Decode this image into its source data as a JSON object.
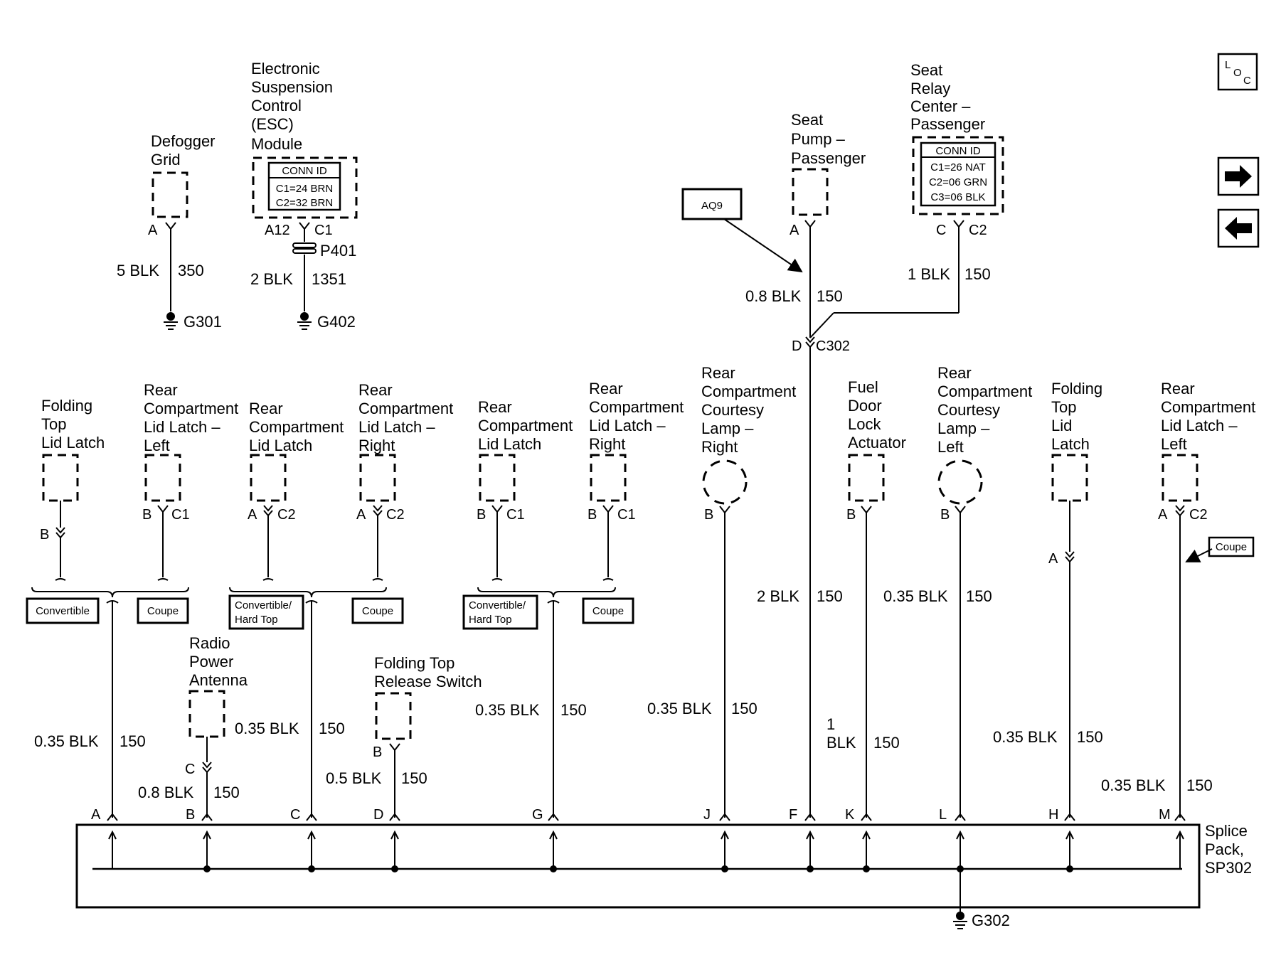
{
  "nav": {
    "loc_label": "LOC",
    "next_icon": "arrow-right-icon",
    "prev_icon": "arrow-left-icon"
  },
  "components": {
    "defogger": "Defogger Grid",
    "esc": "Electronic Suspension Control (ESC) Module",
    "seat_pump": "Seat Pump – Passenger",
    "seat_relay": "Seat Relay Center – Passenger",
    "folding_top_lid_latch_1": "Folding Top Lid Latch",
    "rear_lid_latch_left_1": "Rear Compartment Lid Latch – Left",
    "rear_lid_latch_1": "Rear Compartment Lid Latch",
    "rear_lid_latch_right_1": "Rear Compartment Lid Latch – Right",
    "rear_lid_latch_2": "Rear Compartment Lid Latch",
    "rear_lid_latch_right_2": "Rear Compartment Lid Latch – Right",
    "courtesy_right": "Rear Compartment Courtesy Lamp – Right",
    "fuel_door": "Fuel Door Lock Actuator",
    "courtesy_left": "Rear Compartment Courtesy Lamp – Left",
    "folding_top_lid_latch_2": "Folding Top Lid Latch",
    "rear_lid_latch_left_2": "Rear Compartment Lid Latch – Left",
    "radio_antenna": "Radio Power Antenna",
    "folding_top_release": "Folding Top Release Switch",
    "splice_pack": "Splice Pack, SP302"
  },
  "conn_ids": {
    "esc_title": "CONN ID",
    "esc_c1": "C1=24 BRN",
    "esc_c2": "C2=32 BRN",
    "relay_title": "CONN ID",
    "relay_c1": "C1=26 NAT",
    "relay_c2": "C2=06 GRN",
    "relay_c3": "C3=06 BLK"
  },
  "option_boxes": {
    "aq9": "AQ9",
    "convertible": "Convertible",
    "coupe": "Coupe",
    "conv_hardtop": "Convertible/ Hard Top"
  },
  "pins": {
    "defogger": "A",
    "esc_a12": "A12",
    "esc_c1": "C1",
    "seat_pump": "A",
    "relay_c": "C",
    "relay_c2": "C2",
    "ftl1": "B",
    "rll1_b": "B",
    "rll1_c1": "C1",
    "rl1_a": "A",
    "rl1_c2": "C2",
    "rlr1_a": "A",
    "rlr1_c2": "C2",
    "rl2_b": "B",
    "rl2_c1": "C1",
    "rlr2_b": "B",
    "rlr2_c1": "C1",
    "courtesy_r": "B",
    "fuel_door": "B",
    "courtesy_l": "B",
    "ftl2": "A",
    "rll2_a": "A",
    "rll2_c2": "C2",
    "radio": "C",
    "release": "B"
  },
  "connectors": {
    "p401": "P401",
    "c302_pin": "D",
    "c302": "C302"
  },
  "grounds": {
    "g301": "G301",
    "g402": "G402",
    "g302": "G302"
  },
  "wires": {
    "defogger_gauge": "5 BLK",
    "defogger_circ": "350",
    "esc_gauge": "2 BLK",
    "esc_circ": "1351",
    "seat_gauge": "0.8 BLK",
    "seat_circ": "150",
    "relay_gauge": "1 BLK",
    "relay_circ": "150",
    "a_gauge": "0.35 BLK",
    "a_circ": "150",
    "b_gauge": "0.8 BLK",
    "b_circ": "150",
    "c_gauge": "0.35 BLK",
    "c_circ": "150",
    "d_gauge": "0.5 BLK",
    "d_circ": "150",
    "g_gauge": "0.35 BLK",
    "g_circ": "150",
    "j_gauge": "0.35 BLK",
    "j_circ": "150",
    "f_gauge": "2 BLK",
    "f_circ": "150",
    "k_gauge_1": "1",
    "k_gauge_2": "BLK",
    "k_circ": "150",
    "l_gauge": "0.35 BLK",
    "l_circ": "150",
    "h_gauge": "0.35 BLK",
    "h_circ": "150",
    "m_gauge": "0.35 BLK",
    "m_circ": "150"
  },
  "splice_pins": [
    "A",
    "B",
    "C",
    "D",
    "G",
    "J",
    "F",
    "K",
    "L",
    "H",
    "M"
  ]
}
